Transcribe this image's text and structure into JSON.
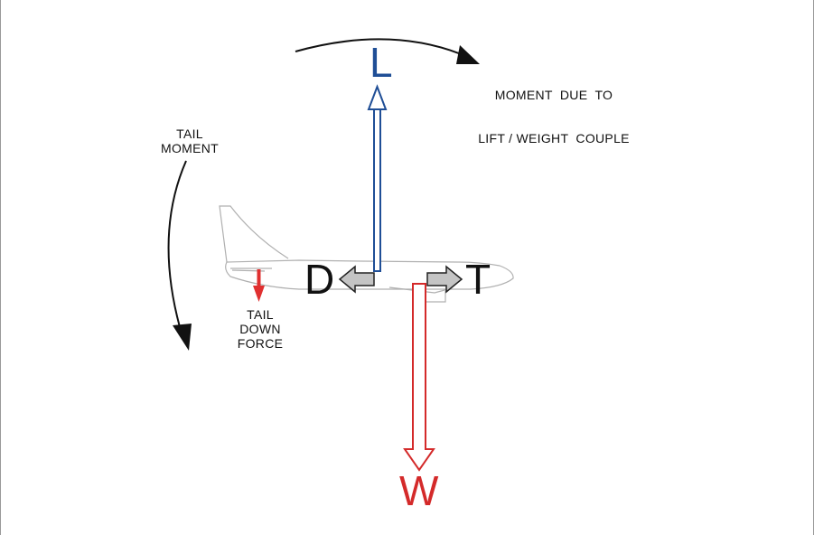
{
  "labels": {
    "lift": "L",
    "weight": "W",
    "drag": "D",
    "thrust": "T",
    "tail_moment": [
      "TAIL",
      "MOMENT"
    ],
    "couple_moment": [
      "MOMENT  DUE  TO",
      "LIFT / WEIGHT  COUPLE"
    ],
    "tail_down_force": [
      "TAIL",
      "DOWN",
      "FORCE"
    ]
  },
  "colors": {
    "lift": "#1f4e96",
    "weight": "#d42a2a",
    "horizontal_force_fill": "#c4c4c4",
    "moment_arrow": "#111111",
    "aircraft_outline": "#b0b0b0"
  }
}
